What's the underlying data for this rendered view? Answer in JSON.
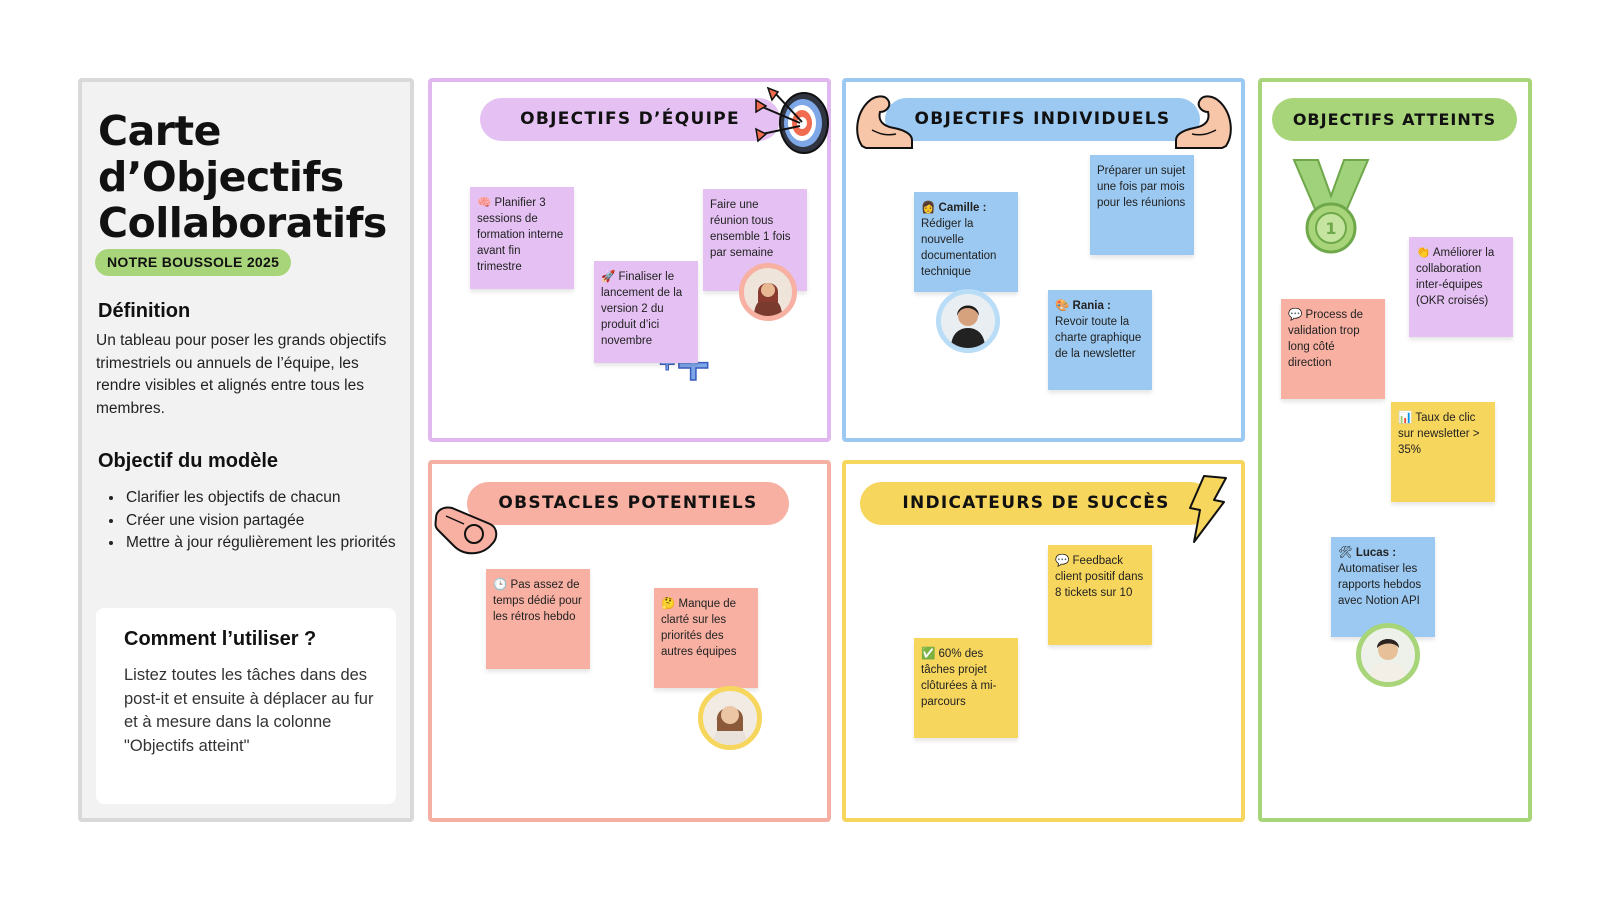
{
  "title": "Carte d’Objectifs Collaboratifs",
  "badge": "NOTRE BOUSSOLE 2025",
  "definition": {
    "heading": "Définition",
    "text": "Un tableau pour poser les grands objectifs trimestriels ou annuels de l’équipe, les rendre visibles et alignés entre tous les membres."
  },
  "model_goal": {
    "heading": "Objectif du modèle",
    "items": [
      "Clarifier les objectifs de chacun",
      "Créer une vision partagée",
      "Mettre à jour régulièrement les priorités"
    ]
  },
  "howto": {
    "heading": "Comment l’utiliser ?",
    "text": "Listez toutes les tâches dans des post-it et ensuite à déplacer au fur et à mesure dans la colonne \"Objectifs atteint\""
  },
  "sections": {
    "team": {
      "title": "OBJECTIFS D’ÉQUIPE",
      "notes": [
        {
          "emoji": "🧠",
          "text": "Planifier 3 sessions de formation interne avant fin trimestre"
        },
        {
          "emoji": "🚀",
          "text": "Finaliser le lancement de la version 2 du produit d’ici novembre"
        },
        {
          "emoji": "",
          "text": "Faire une réunion tous ensemble 1 fois par semaine"
        }
      ],
      "sticker": "+1"
    },
    "individual": {
      "title": "OBJECTIFS INDIVIDUELS",
      "notes": [
        {
          "emoji": "👩",
          "name": "Camille :",
          "text": "Rédiger la nouvelle documentation technique"
        },
        {
          "emoji": "",
          "name": "",
          "text": "Préparer un sujet une fois par mois pour les réunions"
        },
        {
          "emoji": "🎨",
          "name": "Rania :",
          "text": "Revoir toute la charte graphique de la newsletter"
        }
      ]
    },
    "achieved": {
      "title": "OBJECTIFS ATTEINTS",
      "notes": [
        {
          "emoji": "👏",
          "text": "Améliorer la collaboration inter-équipes (OKR croisés)"
        },
        {
          "emoji": "💬",
          "text": "Process de validation trop long côté direction"
        },
        {
          "emoji": "📊",
          "text": "Taux de clic sur newsletter > 35%"
        },
        {
          "emoji": "🛠",
          "name": "Lucas :",
          "text": "Automatiser les rapports hebdos avec Notion API"
        }
      ]
    },
    "obstacles": {
      "title": "OBSTACLES POTENTIELS",
      "notes": [
        {
          "emoji": "🕒",
          "text": "Pas assez de temps dédié pour les rétros hebdo"
        },
        {
          "emoji": "🤔",
          "text": "Manque de clarté sur les priorités des autres équipes"
        }
      ]
    },
    "indicators": {
      "title": "INDICATEURS DE SUCCÈS",
      "notes": [
        {
          "emoji": "💬",
          "text": "Feedback client positif dans 8 tickets sur 10"
        },
        {
          "emoji": "✅",
          "text": "60% des tâches projet clôturées à mi-parcours"
        }
      ]
    }
  },
  "colors": {
    "purple": "#e4c1f2",
    "blue": "#9bc9f1",
    "green": "#a8d57a",
    "salmon": "#f7b0a2",
    "yellow": "#f7d65e",
    "grey_panel": "#f2f2f2"
  },
  "icons": [
    "target-icon",
    "flexed-arm-icon",
    "medal-icon",
    "whistle-icon",
    "lightning-icon",
    "plus-one-icon"
  ]
}
